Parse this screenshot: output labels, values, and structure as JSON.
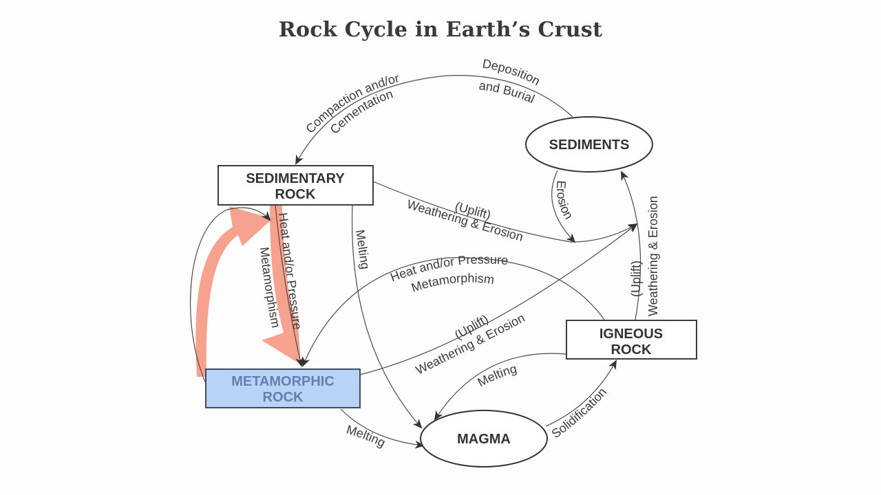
{
  "title": "Rock Cycle in Earth’s Crust",
  "nodes": {
    "sedimentary_rock": {
      "line1": "SEDIMENTARY",
      "line2": "ROCK"
    },
    "sediments": {
      "label": "SEDIMENTS"
    },
    "metamorphic_rock": {
      "line1": "METAMORPHIC",
      "line2": "ROCK",
      "highlighted": true,
      "fill_color": "#b9d3f7"
    },
    "igneous_rock": {
      "line1": "IGNEOUS",
      "line2": "ROCK"
    },
    "magma": {
      "label": "MAGMA"
    }
  },
  "edges": {
    "sediments_to_sedimentary": {
      "from": "SEDIMENTS",
      "to": "SEDIMENTARY ROCK",
      "label_a1": "Deposition",
      "label_a2": "and Burial",
      "label_b1": "Compaction and/or",
      "label_b2": "Cementation"
    },
    "sediments_erosion": {
      "from": "SEDIMENTS",
      "label": "Erosion"
    },
    "sedimentary_weathering": {
      "from": "SEDIMENTARY ROCK",
      "to": "SEDIMENTS",
      "label1": "(Uplift)",
      "label2": "Weathering & Erosion"
    },
    "sedimentary_to_metamorphic": {
      "from": "SEDIMENTARY ROCK",
      "to": "METAMORPHIC ROCK",
      "label1": "Heat and/or Pressure",
      "label2": "Metamorphism",
      "highlighted": true,
      "highlight_color": "#f4826a"
    },
    "sedimentary_melting": {
      "from": "SEDIMENTARY ROCK",
      "to": "MAGMA",
      "label": "Melting"
    },
    "igneous_to_metamorphic": {
      "from": "IGNEOUS ROCK",
      "to": "METAMORPHIC ROCK",
      "label1": "Heat and/or Pressure",
      "label2": "Metamorphism"
    },
    "metamorphic_weathering": {
      "from": "METAMORPHIC ROCK",
      "to": "SEDIMENTS",
      "label1": "(Uplift)",
      "label2": "Weathering & Erosion"
    },
    "igneous_weathering": {
      "from": "IGNEOUS ROCK",
      "to": "SEDIMENTS",
      "label1": "(Uplift)",
      "label2": "Weathering & Erosion"
    },
    "igneous_melting": {
      "from": "IGNEOUS ROCK",
      "to": "MAGMA",
      "label": "Melting"
    },
    "metamorphic_melting": {
      "from": "METAMORPHIC ROCK",
      "to": "MAGMA",
      "label": "Melting"
    },
    "magma_solidification": {
      "from": "MAGMA",
      "to": "IGNEOUS ROCK",
      "label": "Solidification"
    },
    "metamorphic_to_sedimentary_highlight": {
      "from": "METAMORPHIC ROCK",
      "to": "SEDIMENTARY ROCK",
      "highlighted": true
    }
  }
}
